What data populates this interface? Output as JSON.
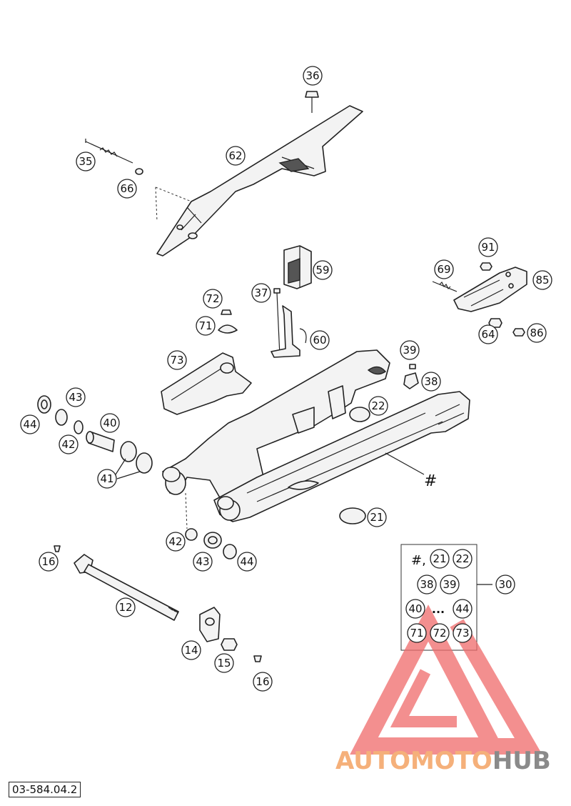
{
  "document_code": "03-584.04.2",
  "labels": {
    "p36": "36",
    "p35": "35",
    "p62": "62",
    "p66": "66",
    "p91": "91",
    "p69": "69",
    "p85": "85",
    "p64": "64",
    "p86": "86",
    "p59": "59",
    "p37": "37",
    "p72": "72",
    "p71": "71",
    "p60": "60",
    "p73": "73",
    "p39": "39",
    "p38": "38",
    "p43": "43",
    "p44": "44",
    "p40": "40",
    "p42": "42",
    "p22": "22",
    "p41": "41",
    "hash": "#",
    "p21": "21",
    "p16": "16",
    "p42b": "42",
    "p43b": "43",
    "p44b": "44",
    "p12": "12",
    "p14": "14",
    "p15": "15",
    "p16b": "16",
    "p30": "30"
  },
  "kit": {
    "hash": "#,",
    "k21": "21",
    "k22": "22",
    "k38": "38",
    "k39": "39",
    "k40": "40",
    "dots": "...",
    "k44": "44",
    "k71": "71",
    "k72": "72",
    "k73": "73"
  },
  "watermark": {
    "part1": "AUTOMOTO",
    "part2": "HUB",
    "color1": "#f5b07a",
    "color2": "#8a8a8a",
    "logo_color": "#ef6a6a"
  }
}
